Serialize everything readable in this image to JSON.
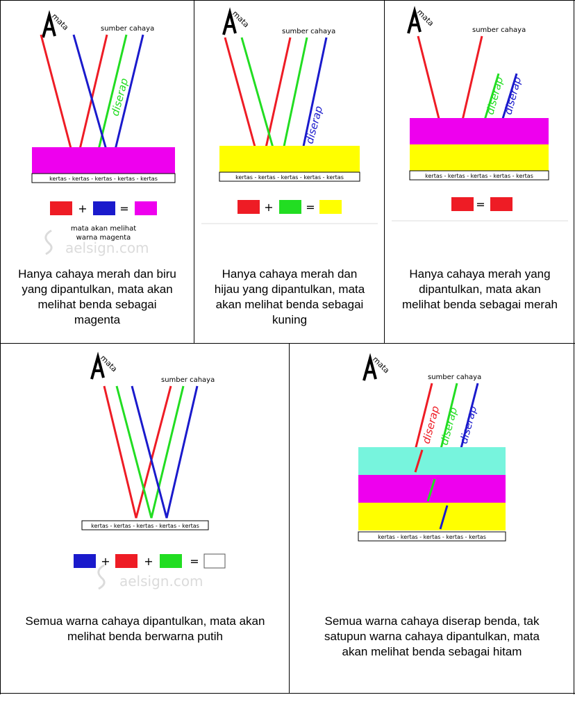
{
  "common": {
    "eye_label": "mata",
    "source_label": "sumber cahaya",
    "paper_label": "kertas - kertas - kertas - kertas - kertas",
    "absorbed_label": "diserap",
    "watermark": "aelsign.com",
    "plus": "+",
    "equals": "="
  },
  "colors": {
    "red": "#ee1c25",
    "green": "#22dd22",
    "blue": "#1a1acc",
    "magenta": "#ee00ee",
    "yellow": "#ffff00",
    "cyan": "#77f4dd",
    "white": "#ffffff"
  },
  "panel1": {
    "note_line1": "mata akan melihat",
    "note_line2": "warna magenta",
    "caption": [
      "Hanya cahaya merah dan biru",
      "yang dipantulkan, mata akan",
      "melihat benda sebagai",
      "magenta"
    ]
  },
  "panel2": {
    "caption": [
      "Hanya cahaya merah dan",
      "hijau yang dipantulkan, mata",
      "akan melihat benda sebagai",
      "kuning"
    ]
  },
  "panel3": {
    "caption": [
      "Hanya cahaya merah yang",
      "dipantulkan, mata akan",
      "melihat benda sebagai merah"
    ]
  },
  "panel4": {
    "caption": [
      "Semua warna cahaya dipantulkan, mata akan",
      "melihat benda berwarna putih"
    ]
  },
  "panel5": {
    "caption": [
      "Semua warna cahaya diserap benda, tak",
      "satupun warna cahaya dipantulkan, mata",
      "akan melihat benda sebagai hitam"
    ]
  }
}
